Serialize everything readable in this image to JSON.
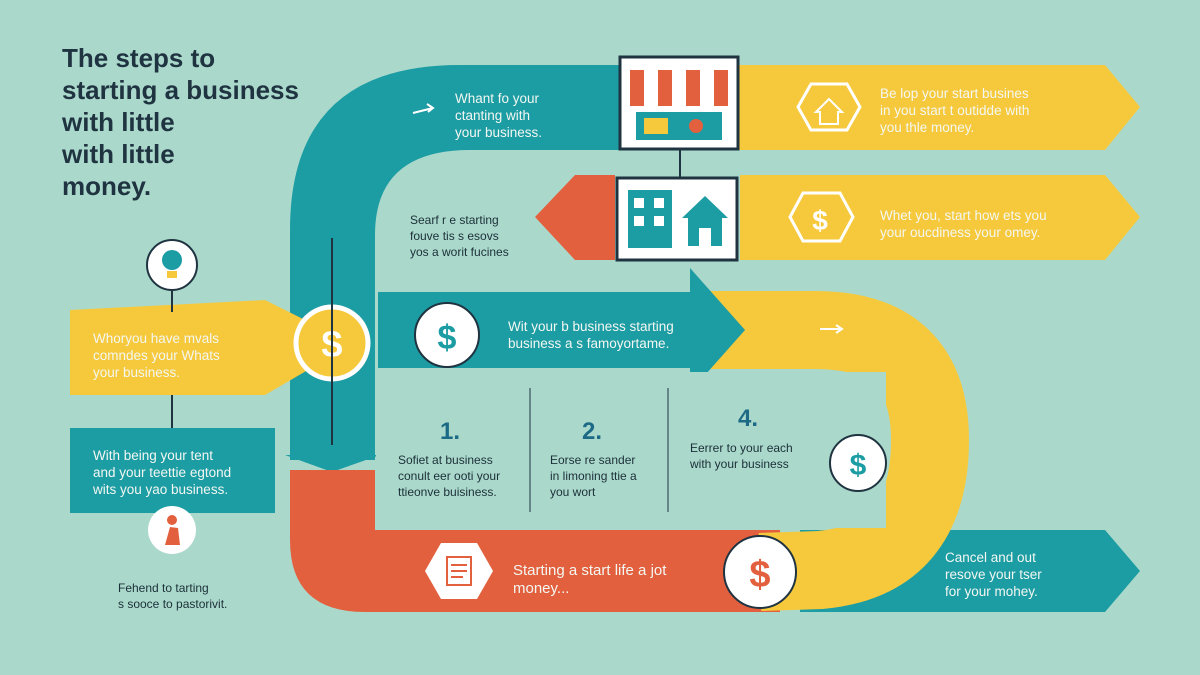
{
  "page": {
    "title_lines": [
      "The steps  to",
      "starting a business",
      "with little",
      "with little",
      "money."
    ]
  },
  "colors": {
    "background": "#aad9cc",
    "teal": "#1c9ca3",
    "yellow": "#f6c93c",
    "orange": "#e3603e",
    "dark": "#1f3340",
    "white": "#ffffff"
  },
  "texts": {
    "top_mid": [
      "Whant fo your",
      "ctanting with",
      "your business."
    ],
    "top_right": [
      "Be lop your start busines",
      "in you start t outidde with",
      "you thle money."
    ],
    "mid_left": [
      "Searf r e starting",
      "fouve tis s esovs",
      "yos a worit fucines"
    ],
    "mid_right": [
      "Whet you, start how ets you",
      "your oucdiness your omey."
    ],
    "left_yellow": [
      "Whoryou have mvals",
      "comndes your Whats",
      "your business."
    ],
    "teal_arrow": [
      "Wit your b business starting",
      "business a s famoyortame."
    ],
    "left_teal": [
      "With being your tent",
      "and your teettie egtond",
      "wits you yao business."
    ],
    "bottom_left": [
      "Fehend to tarting",
      "s sooce to pastorivit."
    ],
    "bottom_orange": [
      "Starting a start life a jot",
      "money..."
    ],
    "bottom_right": [
      "Cancel and out",
      "resove your tser",
      "for your mohey."
    ]
  },
  "steps": [
    {
      "number": "1.",
      "lines": [
        "Sofiet at business",
        "conult eer ooti your",
        "ttieonve buisiness."
      ]
    },
    {
      "number": "2.",
      "lines": [
        "Eorse re sander",
        "in limoning ttie a",
        "you wort"
      ]
    },
    {
      "number": "4.",
      "lines": [
        "Eerrer to your each",
        "with your business"
      ]
    }
  ],
  "icons": {
    "dollar_glyph": "$",
    "lightbulb": "lightbulb-icon",
    "shop": "shop-icon",
    "house": "house-icon",
    "person": "person-icon",
    "document": "document-icon"
  }
}
